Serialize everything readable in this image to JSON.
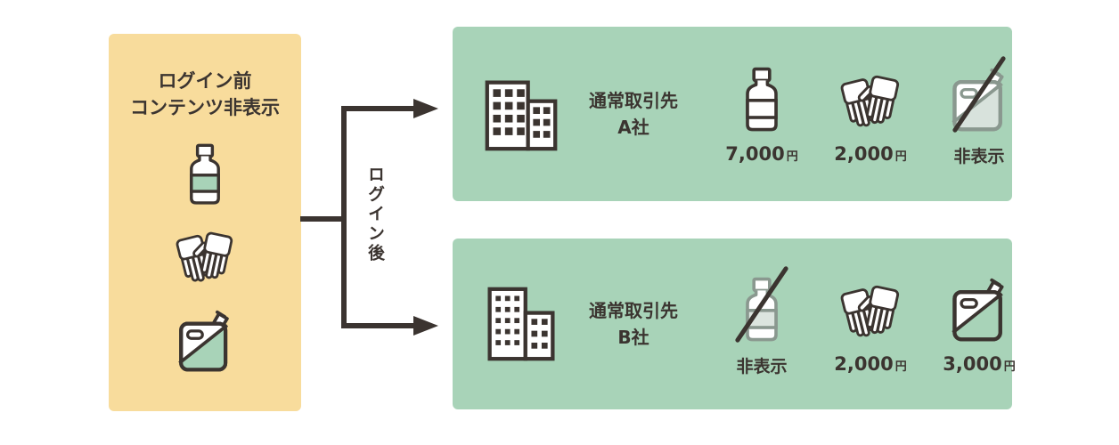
{
  "left_panel": {
    "title_line1": "ログイン前",
    "title_line2": "コンテンツ非表示",
    "icons": [
      "bottle-icon",
      "gloves-icon",
      "jerrycan-icon"
    ]
  },
  "flow": {
    "arrow_label": "ログイン後"
  },
  "companies": [
    {
      "icon": "office-building-a-icon",
      "name_line1": "通常取引先",
      "name_line2": "A社",
      "products": [
        {
          "icon": "bottle-icon",
          "hidden": false,
          "price": "7,000",
          "unit": "円"
        },
        {
          "icon": "gloves-icon",
          "hidden": false,
          "price": "2,000",
          "unit": "円"
        },
        {
          "icon": "jerrycan-icon",
          "hidden": true,
          "hidden_label": "非表示"
        }
      ]
    },
    {
      "icon": "office-building-b-icon",
      "name_line1": "通常取引先",
      "name_line2": "B社",
      "products": [
        {
          "icon": "bottle-icon",
          "hidden": true,
          "hidden_label": "非表示"
        },
        {
          "icon": "gloves-icon",
          "hidden": false,
          "price": "2,000",
          "unit": "円"
        },
        {
          "icon": "jerrycan-icon",
          "hidden": false,
          "price": "3,000",
          "unit": "円"
        }
      ]
    }
  ],
  "colors": {
    "background": "#FFFFFF",
    "pre_login_panel": "#F8DC9C",
    "company_panel": "#A8D3B8",
    "line_and_text": "#3B3430",
    "hidden_icon": "#8A988F",
    "accent_green": "#A8D3B8"
  }
}
